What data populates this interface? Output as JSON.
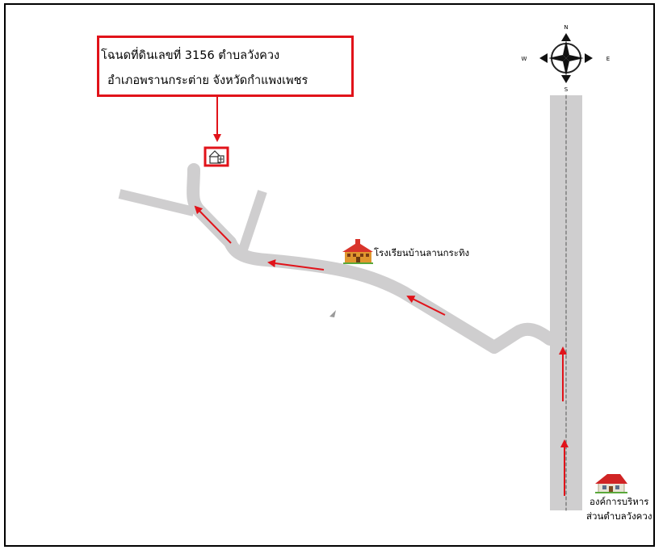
{
  "title": {
    "line1": "โฉนดที่ดินเลขที่ 3156 ตำบลวังควง",
    "line2": "อำเภอพรานกระต่าย จังหวัดกำแพงเพชร"
  },
  "landmarks": {
    "school": "โรงเรียนบ้านลานกระทิง",
    "office_line1": "องค์การบริหาร",
    "office_line2": "ส่วนตำบลวังควง"
  },
  "compass": {
    "n": "N",
    "s": "S",
    "e": "E",
    "w": "W"
  },
  "colors": {
    "road": "#cfcecf",
    "route_arrow": "#e1131a",
    "frame": "#000000",
    "school_roof": "#d9342b",
    "school_wall": "#e0962e"
  },
  "icons": {
    "land_plot": "house-icon",
    "school": "school-building-icon",
    "office": "house-roof-icon",
    "compass": "compass-rose-icon"
  }
}
